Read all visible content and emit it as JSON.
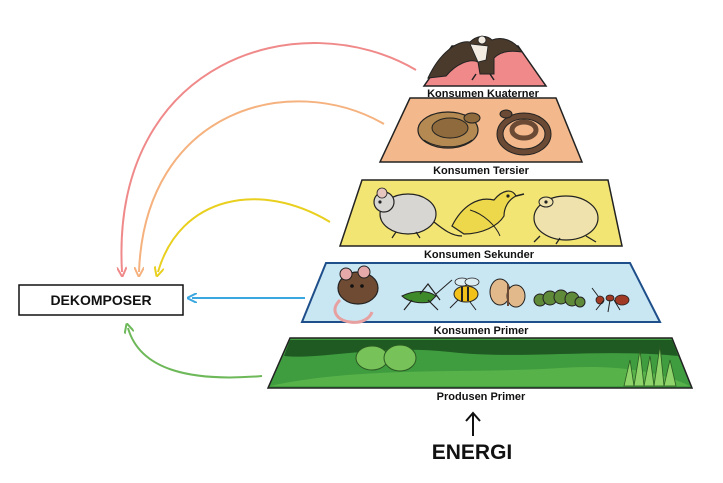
{
  "decomposer": {
    "label": "DEKOMPOSER"
  },
  "energy": {
    "label": "ENERGI"
  },
  "levels": [
    {
      "label": "Konsumen Kuaterner",
      "fill": "#f08a8a",
      "organisms": [
        "eagle"
      ]
    },
    {
      "label": "Konsumen Tersier",
      "fill": "#f3b98c",
      "organisms": [
        "snake",
        "snake"
      ]
    },
    {
      "label": "Konsumen Sekunder",
      "fill": "#f3e574",
      "organisms": [
        "rodent",
        "bird",
        "toad"
      ]
    },
    {
      "label": "Konsumen Primer",
      "fill": "#c9e6f3",
      "organisms": [
        "mouse",
        "grasshopper",
        "bee",
        "moth",
        "caterpillar",
        "ant"
      ]
    },
    {
      "label": "Produsen Primer",
      "fill": "#3f9d3f",
      "organisms": [
        "shrubs",
        "grass"
      ]
    }
  ],
  "arrow_colors": {
    "kuaterner": "#f08a8a",
    "tersier": "#f5b27f",
    "sekunder": "#e9cf1e",
    "primer": "#3aa7e0",
    "produsen": "#6db858"
  }
}
